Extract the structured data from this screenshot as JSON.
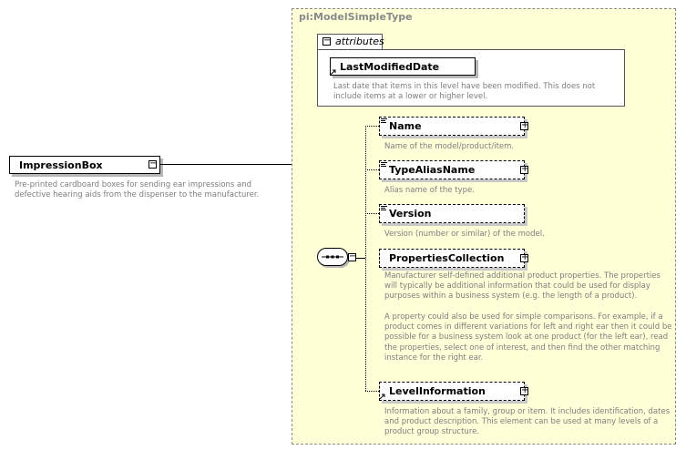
{
  "root": {
    "name": "ImpressionBox",
    "doc": "Pre-printed cardboard boxes for sending ear impressions and defective hearing aids from the dispenser to the manufacturer."
  },
  "type": {
    "title": "pi:ModelSimpleType",
    "attributes_label": "attributes",
    "attribute": {
      "name": "LastModifiedDate",
      "doc": "Last date that items in this level have been modified. This does not include items at a lower or higher level."
    }
  },
  "sequence": {
    "elements": [
      {
        "name": "Name",
        "doc": "Name of the model/product/item."
      },
      {
        "name": "TypeAliasName",
        "doc": "Alias name of the type."
      },
      {
        "name": "Version",
        "doc": "Version (number or similar) of the model."
      },
      {
        "name": "PropertiesCollection",
        "doc": "Manufacturer self-defined additional product properties.  The properties will typically be additional information that could be used for display purposes within a business system (e.g. the length of a product).",
        "doc2": "A property could also be used for simple comparisons.  For example, if a product comes in different variations for left and right ear then it could be possible for a business system look at one product (for the left ear), read the properties, select one of interest, and then find the other matching instance for the right ear."
      },
      {
        "name": "LevelInformation",
        "doc": "Information about a family, group or item. It includes identification, dates and product description. This element can be used at many levels of a product group structure."
      }
    ]
  }
}
